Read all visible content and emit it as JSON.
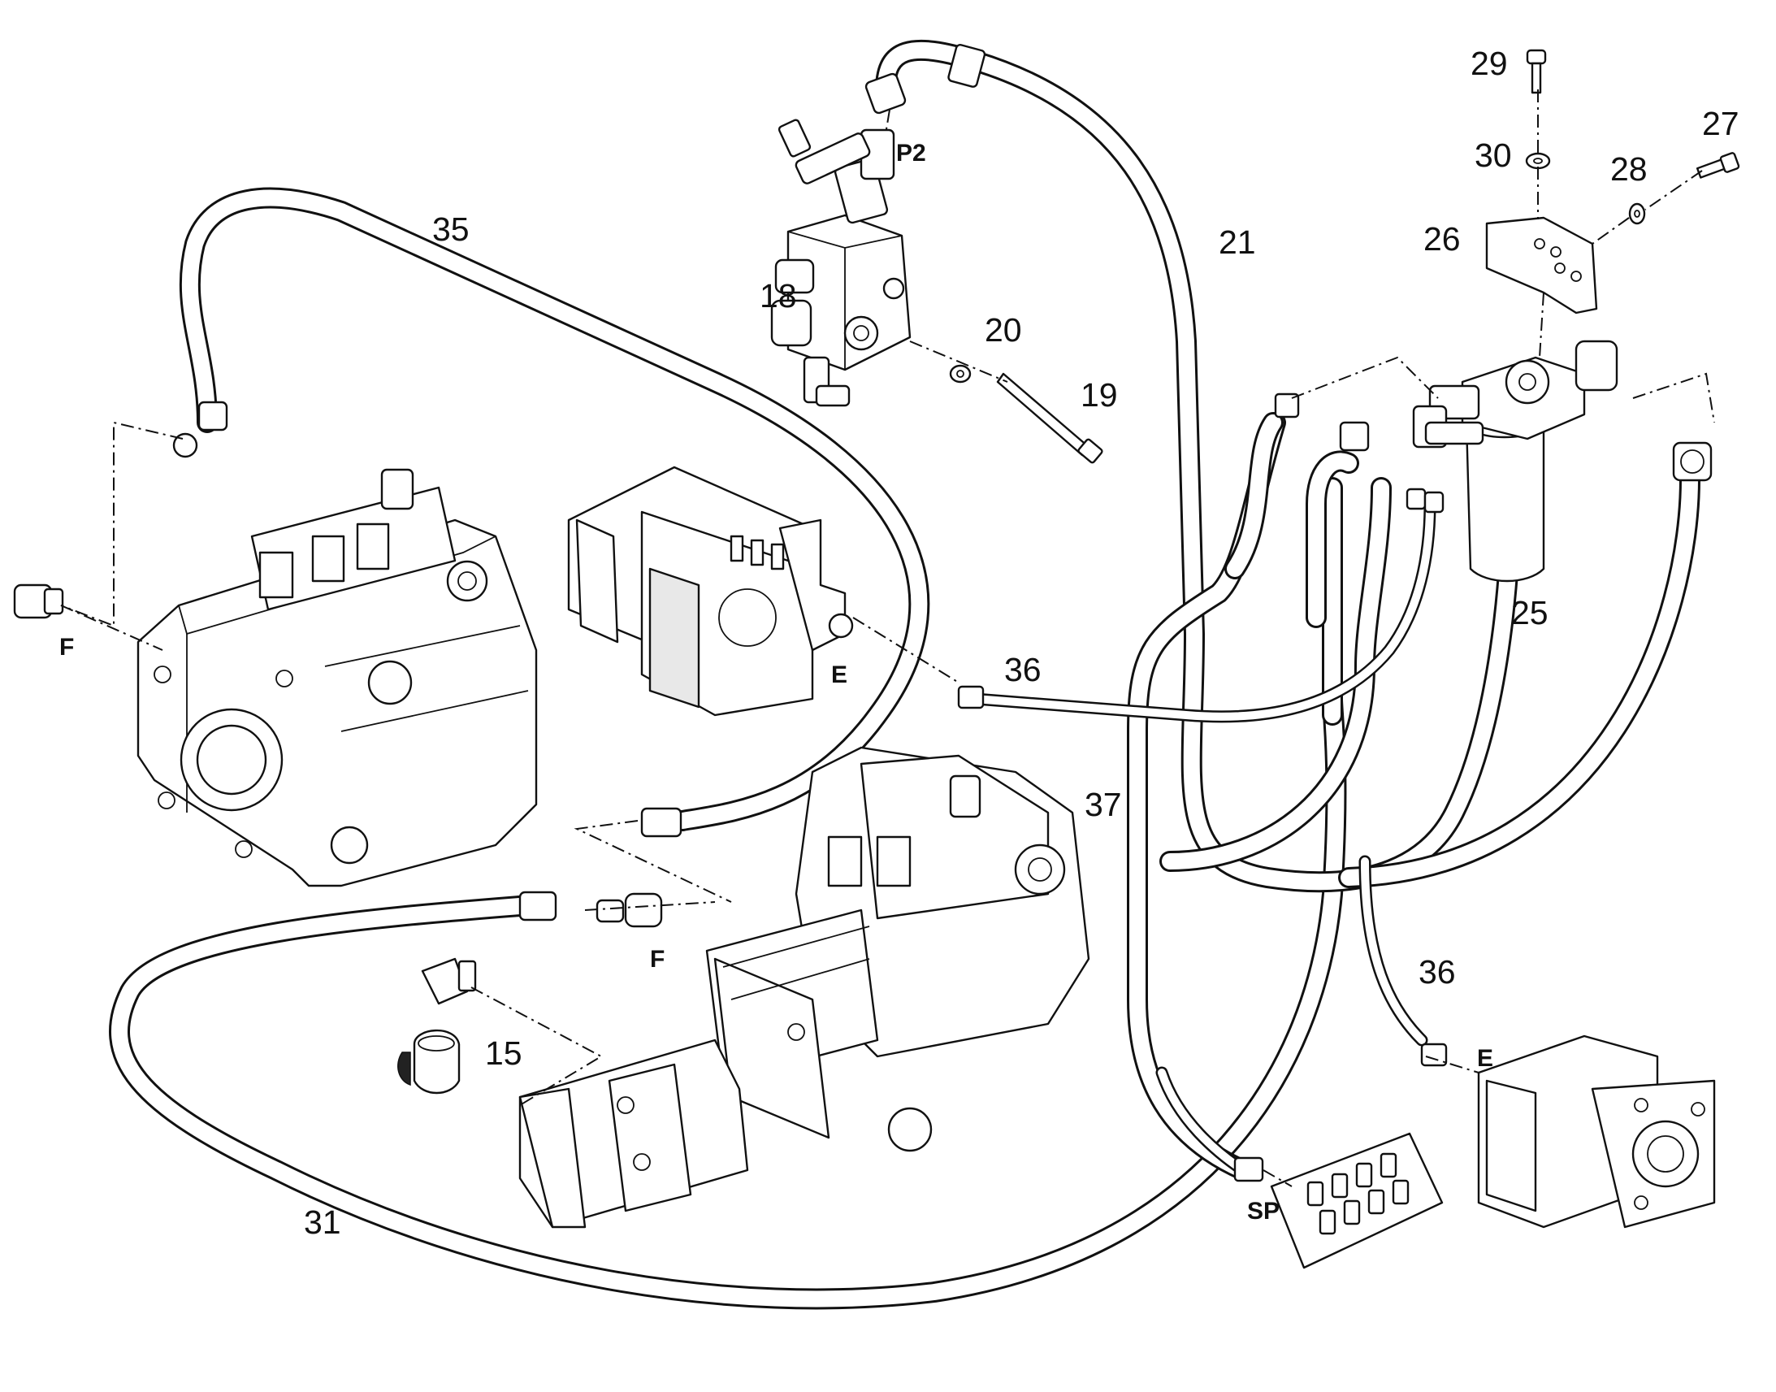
{
  "diagram": {
    "callouts": {
      "c15": "15",
      "c18": "18",
      "c19": "19",
      "c20": "20",
      "c21": "21",
      "c25": "25",
      "c26": "26",
      "c27": "27",
      "c28": "28",
      "c29": "29",
      "c30": "30",
      "c31": "31",
      "c35": "35",
      "c36a": "36",
      "c36b": "36",
      "c37": "37"
    },
    "port_labels": {
      "p2": "P2",
      "f_left": "F",
      "f_center": "F",
      "e_upper": "E",
      "e_lower": "E",
      "sp": "SP"
    }
  }
}
